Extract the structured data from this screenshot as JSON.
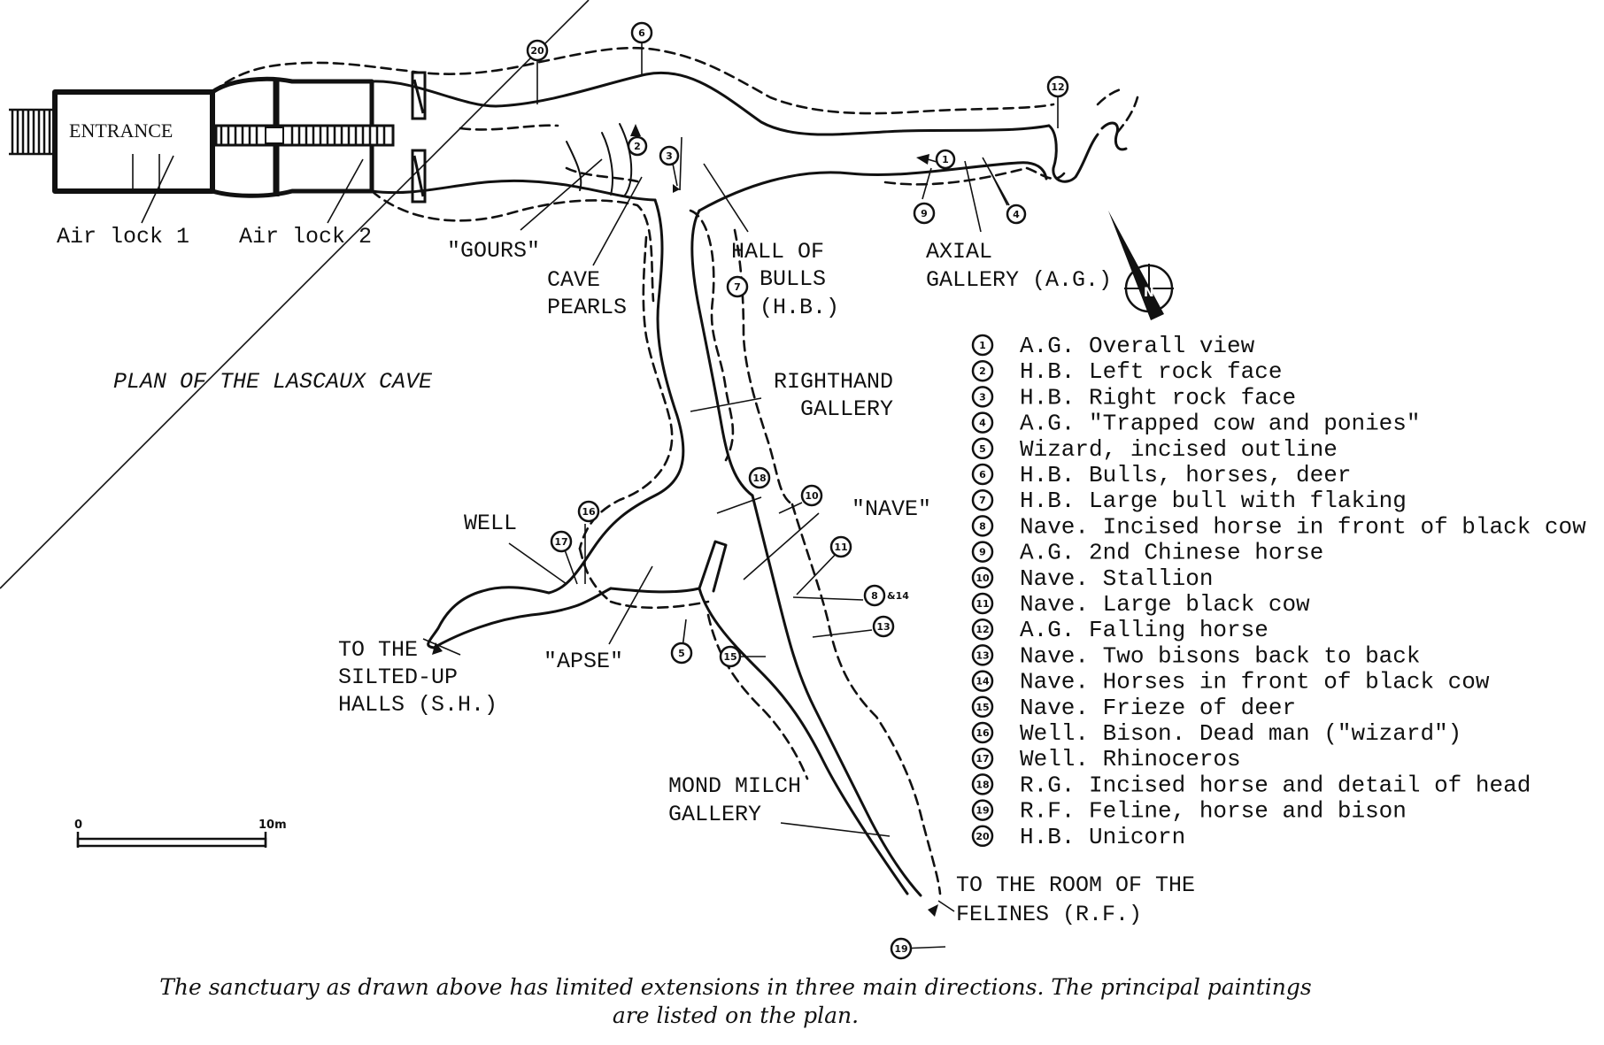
{
  "labels": {
    "entrance": "ENTRANCE",
    "airlock1": "Air lock 1",
    "airlock2": "Air lock 2",
    "gours": "\"GOURS\"",
    "cave_pearls_1": "CAVE",
    "cave_pearls_2": "PEARLS",
    "hall_bulls_1": "HALL OF",
    "hall_bulls_2": "BULLS",
    "hall_bulls_3": "(H.B.)",
    "axial_1": "AXIAL",
    "axial_2": "GALLERY (A.G.)",
    "plan_title": "PLAN OF THE LASCAUX CAVE",
    "righthand_1": "RIGHTHAND",
    "righthand_2": "GALLERY",
    "nave": "\"NAVE\"",
    "well": "WELL",
    "apse": "\"APSE\"",
    "silted_1": "TO THE",
    "silted_2": "SILTED-UP",
    "silted_3": "HALLS (S.H.)",
    "mondmilch_1": "MOND MILCH",
    "mondmilch_2": "GALLERY",
    "felines_1": "TO THE ROOM OF THE",
    "felines_2": "FELINES  (R.F.)"
  },
  "scale": {
    "start": "0",
    "end": "10m"
  },
  "compass": {
    "letter": "N"
  },
  "legend": [
    {
      "num": "1",
      "text": "A.G. Overall view"
    },
    {
      "num": "2",
      "text": "H.B. Left rock face"
    },
    {
      "num": "3",
      "text": "H.B. Right rock face"
    },
    {
      "num": "4",
      "text": "A.G. \"Trapped cow and ponies\""
    },
    {
      "num": "5",
      "text": "Wizard, incised outline"
    },
    {
      "num": "6",
      "text": "H.B. Bulls, horses, deer"
    },
    {
      "num": "7",
      "text": "H.B. Large bull with flaking"
    },
    {
      "num": "8",
      "text": "Nave. Incised horse in front of black cow"
    },
    {
      "num": "9",
      "text": "A.G. 2nd Chinese horse"
    },
    {
      "num": "10",
      "text": "Nave. Stallion"
    },
    {
      "num": "11",
      "text": "Nave. Large black cow"
    },
    {
      "num": "12",
      "text": "A.G. Falling horse"
    },
    {
      "num": "13",
      "text": "Nave. Two bisons back to back"
    },
    {
      "num": "14",
      "text": "Nave. Horses in front of black cow"
    },
    {
      "num": "15",
      "text": "Nave. Frieze of deer"
    },
    {
      "num": "16",
      "text": "Well. Bison. Dead man (\"wizard\")"
    },
    {
      "num": "17",
      "text": "Well. Rhinoceros"
    },
    {
      "num": "18",
      "text": "R.G. Incised horse and detail of head"
    },
    {
      "num": "19",
      "text": "R.F. Feline, horse and bison"
    },
    {
      "num": "20",
      "text": "H.B. Unicorn"
    }
  ],
  "markers": [
    {
      "num": "1"
    },
    {
      "num": "2"
    },
    {
      "num": "3"
    },
    {
      "num": "4"
    },
    {
      "num": "5"
    },
    {
      "num": "6"
    },
    {
      "num": "7"
    },
    {
      "num": "8",
      "suffix": "&14"
    },
    {
      "num": "9"
    },
    {
      "num": "10"
    },
    {
      "num": "11"
    },
    {
      "num": "12"
    },
    {
      "num": "13"
    },
    {
      "num": "15"
    },
    {
      "num": "16"
    },
    {
      "num": "17"
    },
    {
      "num": "18"
    },
    {
      "num": "19"
    },
    {
      "num": "20"
    }
  ],
  "caption": {
    "line1": "The sanctuary as drawn above has limited extensions in three main directions.  The principal paintings",
    "line2": "are listed on the plan."
  }
}
